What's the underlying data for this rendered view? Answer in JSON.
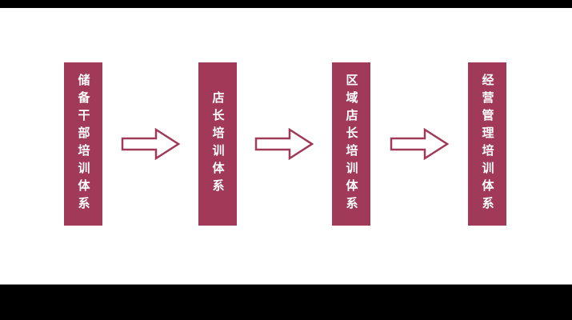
{
  "diagram": {
    "bars": [
      {
        "label": "储备干部培训体系"
      },
      {
        "label": "店长培训体系"
      },
      {
        "label": "区域店长培训体系"
      },
      {
        "label": "经营管理培训体系"
      }
    ],
    "colors": {
      "bar_fill": "#a13a58",
      "bar_text": "#ffffff",
      "arrow_stroke": "#a13a58",
      "arrow_fill": "#ffffff",
      "slide_background": "#ffffff",
      "page_background": "#000000"
    }
  }
}
